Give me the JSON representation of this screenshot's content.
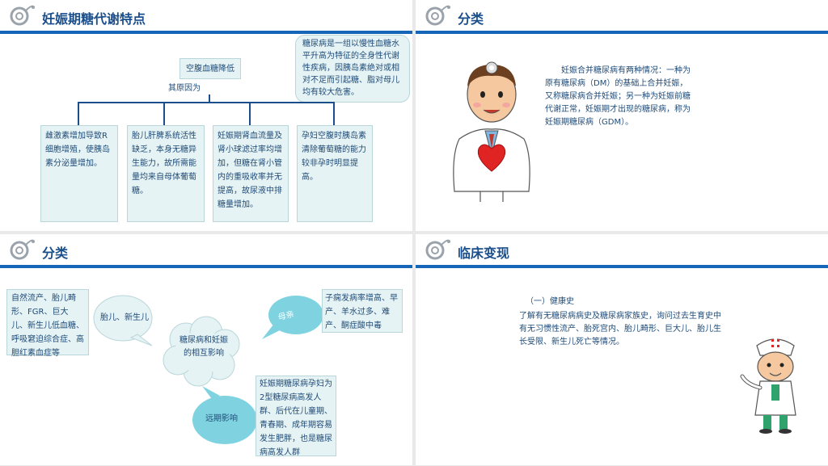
{
  "slide1": {
    "title": "妊娠期糖代谢特点",
    "center_box": "空腹血糖降低",
    "reason_label": "其原因为",
    "note": "糖尿病是一组以慢性血糖水平升高为特征的全身性代谢性疾病，因胰岛素绝对或相对不足而引起糖、脂对母儿均有较大危害。",
    "boxes": [
      "雌激素增加导致R细胞增殖，使胰岛素分泌量增加。",
      "胎儿肝脾系统活性缺乏，本身无糖异生能力，故所需能量均来自母体葡萄糖。",
      "妊娠期肾血流量及肾小球滤过率均增加，但糖在肾小管内的重吸收率并无提高，故尿液中排糖量增加。",
      "孕妇空腹时胰岛素清除葡萄糖的能力较非孕时明显提高。"
    ]
  },
  "slide2": {
    "title": "分类",
    "text": "妊娠合并糖尿病有两种情况：一种为原有糖尿病（DM）的基础上合并妊娠，又称糖尿病合并妊娠；另一种为妊娠前糖代谢正常，妊娠期才出现的糖尿病，称为妊娠期糖尿病（GDM）。"
  },
  "slide3": {
    "title": "分类",
    "left_box": "自然流产、胎儿畸形、FGR、巨大儿、新生儿低血糖、呼吸窘迫综合症、高胆红素血症等",
    "bubble_fetus": "胎儿、新生儿",
    "bubble_center": "糖尿病和妊娠的相互影响",
    "bubble_mother": "母亲",
    "right_box": "子痫发病率增高、早产、羊水过多、难产、酮症酸中毒",
    "bubble_longterm": "远期影响",
    "bottom_box": "妊娠期糖尿病孕妇为2型糖尿病高发人群、后代在儿童期、青春期、成年期容易发生肥胖，也是糖尿病高发人群"
  },
  "slide4": {
    "title": "临床变现",
    "subhead": "（一）健康史",
    "text": "了解有无糖尿病病史及糖尿病家族史，询问过去生育史中有无习惯性流产、胎死宫内、胎儿畸形、巨大儿、胎儿生长受限、新生儿死亡等情况。"
  },
  "colors": {
    "accent": "#1565b8",
    "box_fill": "#e6f3f4",
    "bubble": "#7fd3e0"
  },
  "icons": [
    "stethoscope-logo-icon",
    "doctor-heart-illustration",
    "doctor-waving-illustration"
  ]
}
